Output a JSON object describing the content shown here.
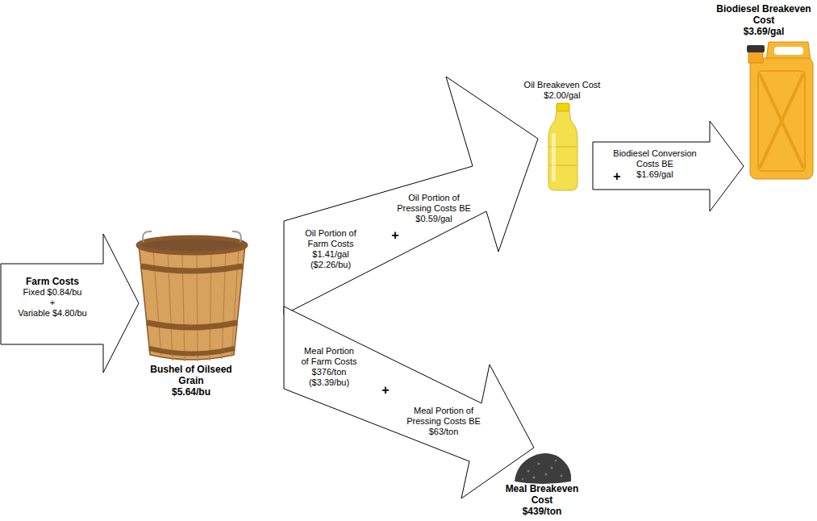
{
  "diagram": {
    "nodes": [
      {
        "text": [
          "Farm Costs",
          "Fixed $0.84/bu",
          "+",
          "Variable $4.80/bu"
        ]
      },
      {
        "text": [
          "Bushel of Oilseed Grain",
          "$5.64/bu"
        ]
      },
      {
        "text": [
          "Oil Portion of Farm Costs",
          "$1.41/gal",
          "($2.26/bu)",
          "+",
          "Oil Portion of Pressing Costs BE",
          "$0.59/gal"
        ]
      },
      {
        "text": [
          "Oil Breakeven Cost",
          "$2.00/gal"
        ]
      },
      {
        "text": [
          "Biodiesel Conversion Costs BE",
          "$1.69/gal",
          "+"
        ]
      },
      {
        "text": [
          "Biodiesel Breakeven Cost",
          "$3.69/gal"
        ]
      },
      {
        "text": [
          "Meal Portion of Farm Costs",
          "$376/ton",
          "($3.39/bu)",
          "+",
          "Meal Portion of Pressing Costs BE",
          "$63/ton"
        ]
      },
      {
        "text": [
          "Meal Breakeven Cost",
          "$439/ton"
        ]
      }
    ]
  }
}
